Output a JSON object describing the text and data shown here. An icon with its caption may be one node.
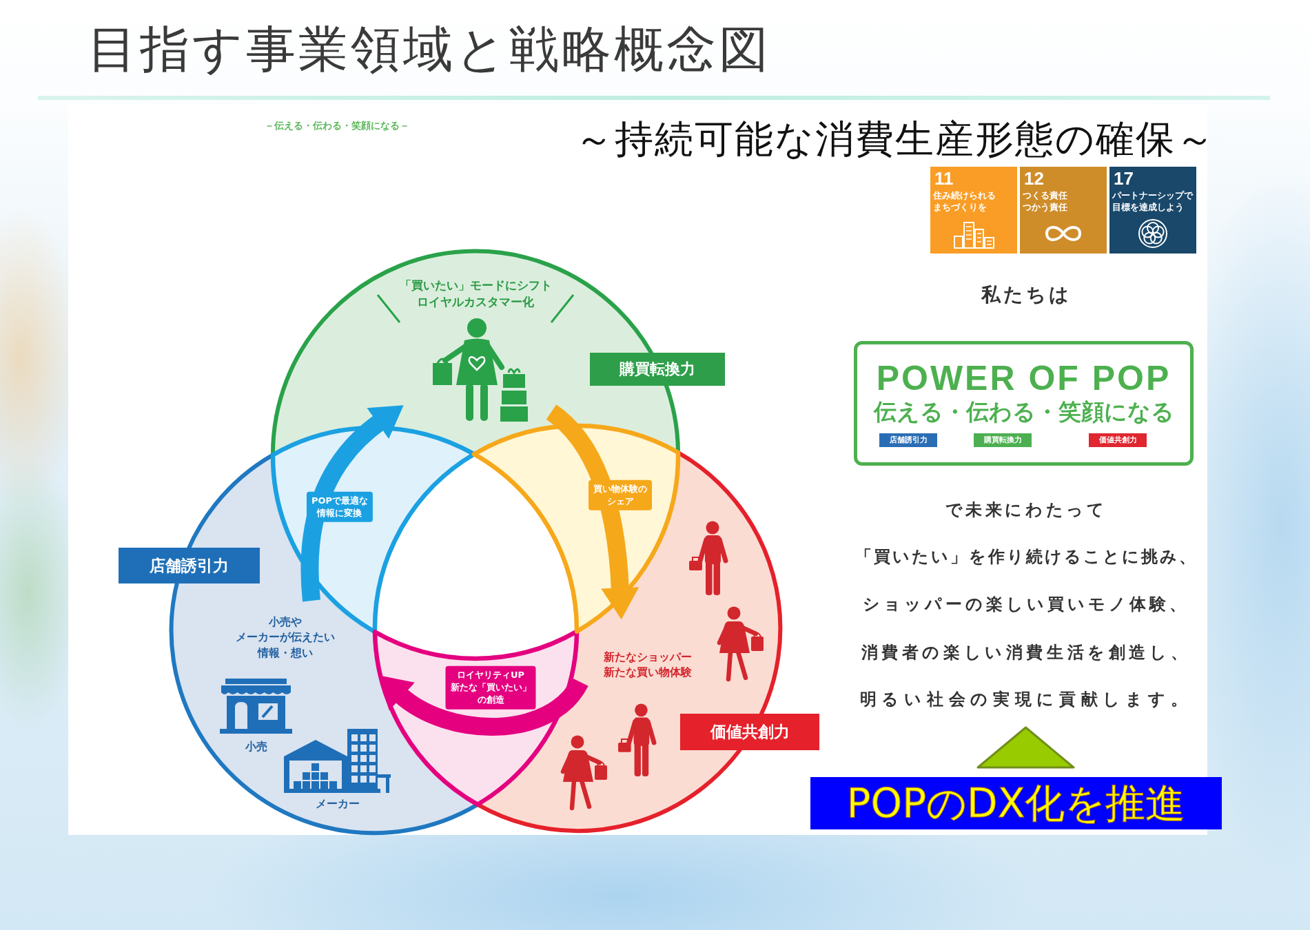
{
  "diagram": {
    "title": "目指す事業領域と戦略概念図",
    "nodes": [
      {
        "text": [
          "11",
          "住み続けられるまちづくりを"
        ]
      },
      {
        "text": [
          "12",
          "つくる責任つかう責任"
        ]
      },
      {
        "text": [
          "17",
          "パートナーシップで目標を達成しよう"
        ]
      },
      {
        "text": [
          "「買いたい」モードにシフトロイヤルカスタマー化"
        ]
      },
      {
        "text": [
          "購買転換力"
        ]
      },
      {
        "text": [
          "POWER OF POP",
          "伝える・伝わる・笑顔になる"
        ]
      },
      {
        "text": [
          "店舗誘引力"
        ],
        "in": 5
      },
      {
        "text": [
          "購買転換力"
        ],
        "in": 5
      },
      {
        "text": [
          "価値共創力"
        ],
        "in": 5
      },
      {
        "text": [
          "店舗誘引力"
        ]
      },
      {
        "text": [
          "小売やメーカーが伝えたい情報・想い",
          "小売",
          "メーカー"
        ]
      },
      {
        "text": [
          "新たなショッパー新たな買い物体験"
        ]
      },
      {
        "text": [
          "価値共創力"
        ]
      },
      {
        "text": [
          "POPのDX化を推進"
        ]
      }
    ],
    "edges": [
      {
        "from": 10,
        "to": 3,
        "arrow": "to",
        "label": "POPで最適な情報に変換",
        "color": "#1ba1e2"
      },
      {
        "from": 3,
        "to": 11,
        "arrow": "to",
        "label": "買い物体験のシェア",
        "color": "#f6a81b"
      },
      {
        "from": 11,
        "to": 10,
        "arrow": "to",
        "label": "ロイヤリティUP新たな「買いたい」の創造",
        "color": "#e4007f"
      }
    ],
    "labels": [
      "－伝える・伝わる・笑顔になる－",
      "～持続可能な消費生産形態の確保～",
      "私たちは",
      "で未来にわたって",
      "「買いたい」を作り続けることに挑み、",
      "ショッパーの楽しい買いモノ体験、",
      "消費者の楽しい消費生活を創造し、",
      "明るい社会の実現に貢献します。"
    ]
  }
}
